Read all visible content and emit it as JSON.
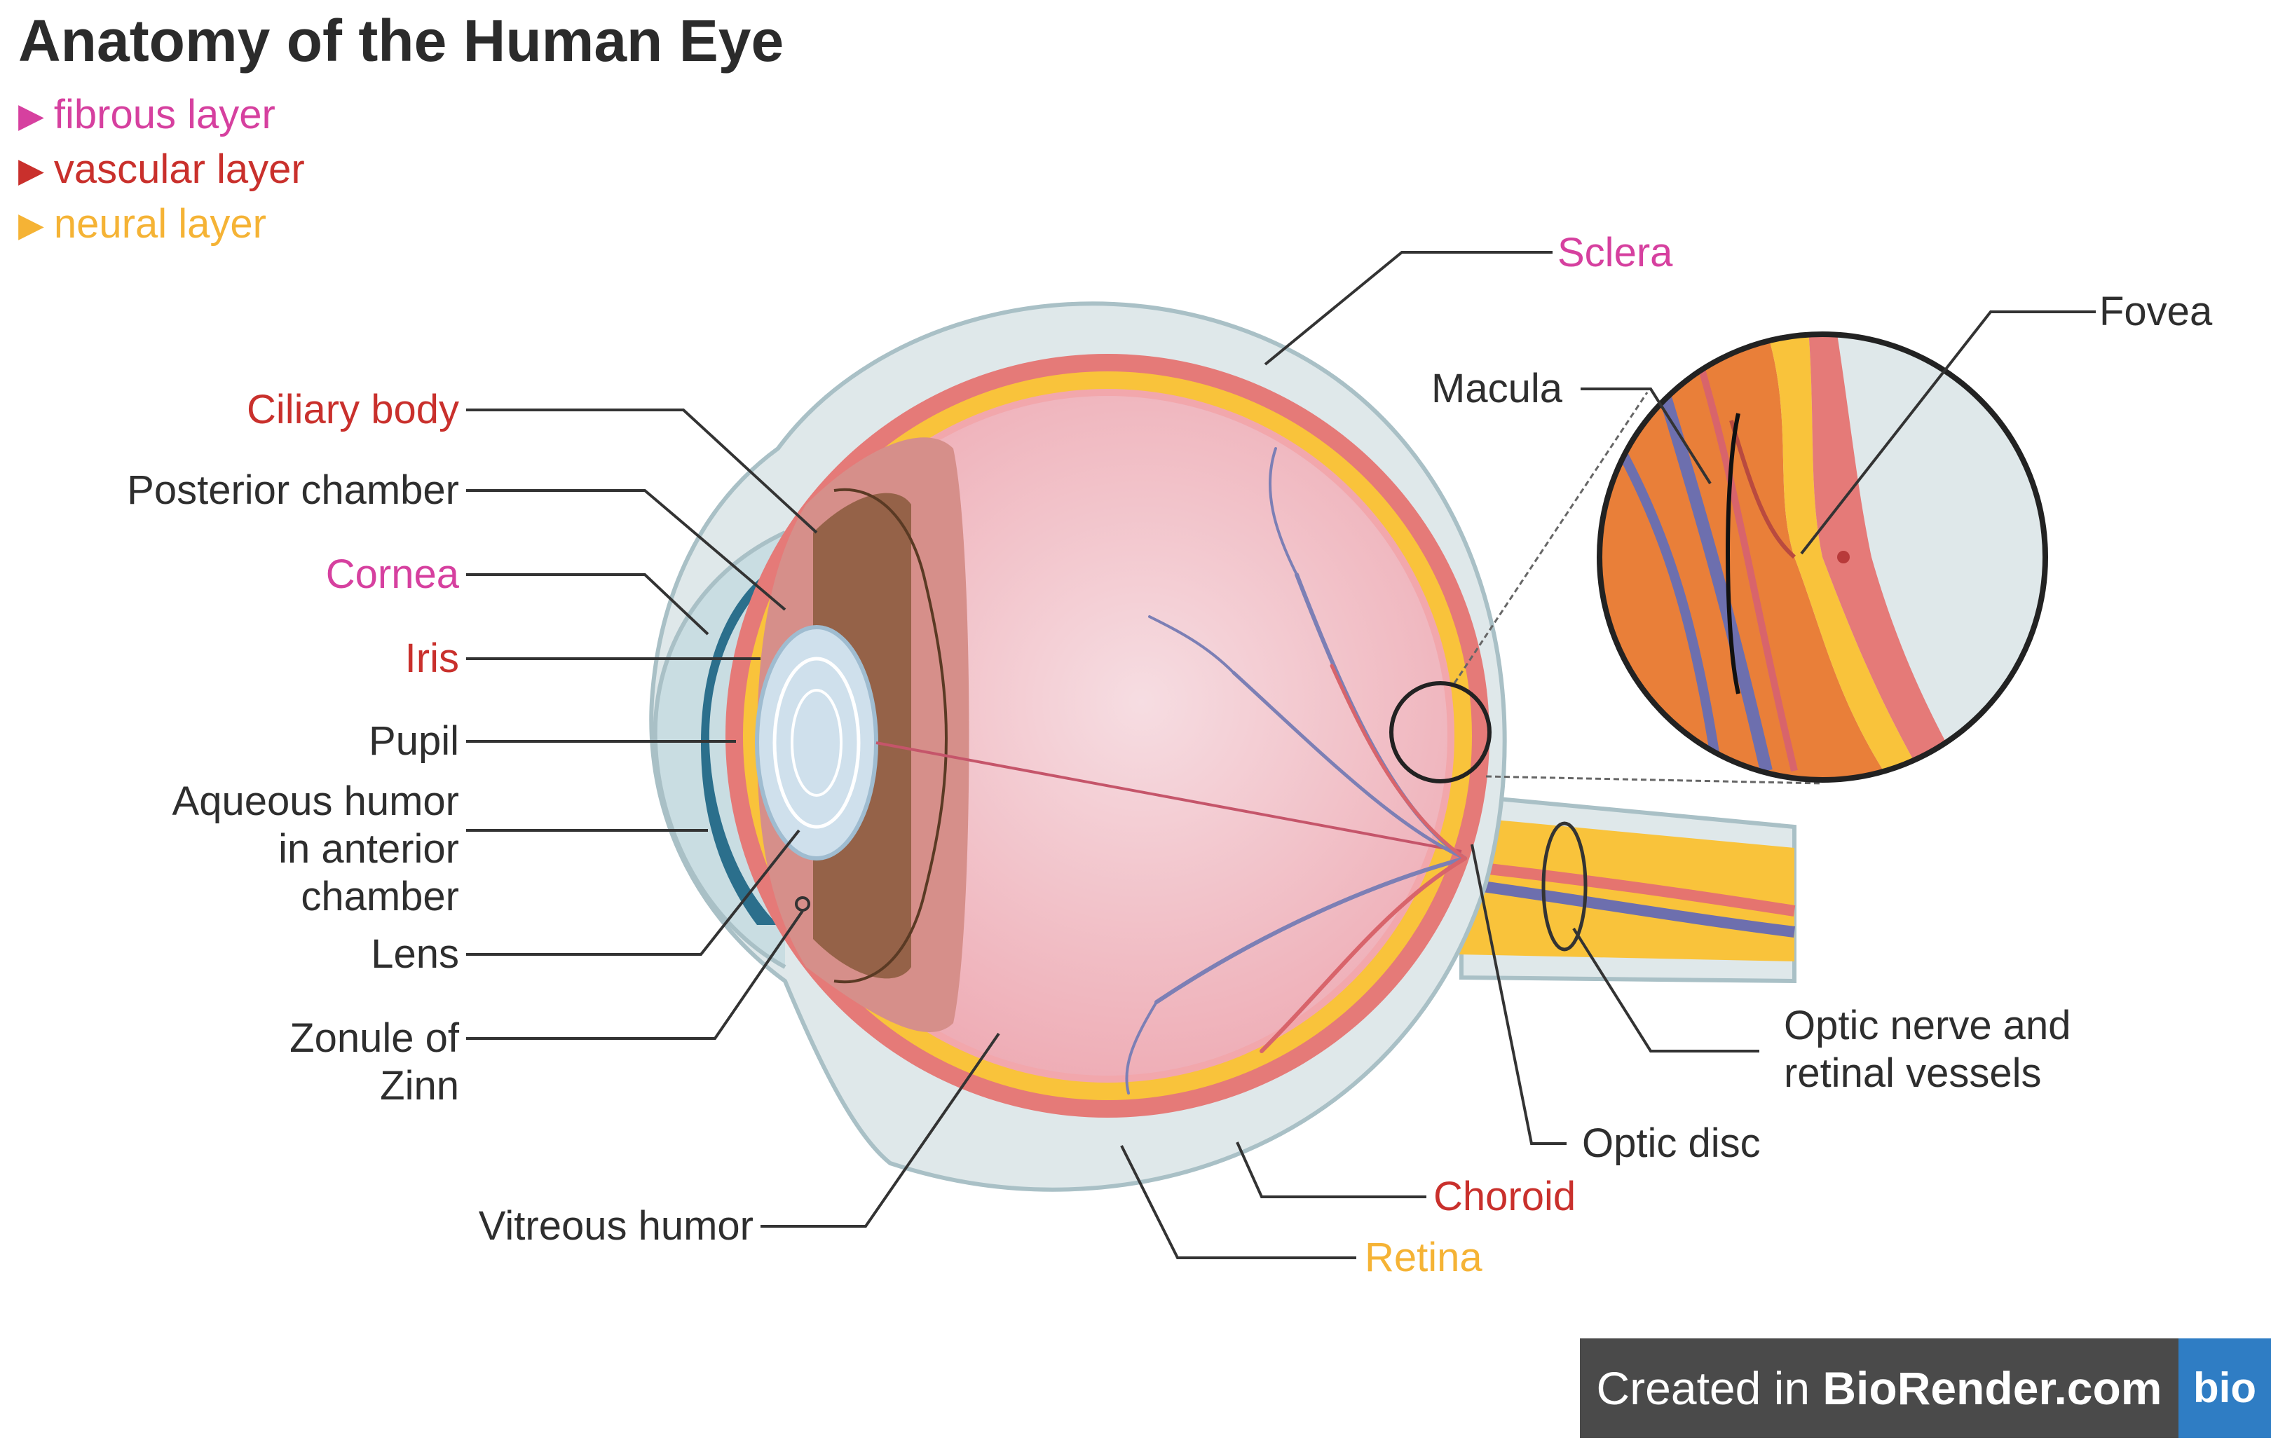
{
  "title": "Anatomy of the Human Eye",
  "legend": [
    {
      "label": "fibrous layer",
      "color": "#d6409f"
    },
    {
      "label": "vascular layer",
      "color": "#c9302c"
    },
    {
      "label": "neural layer",
      "color": "#f5b335"
    }
  ],
  "labels": {
    "sclera": "Sclera",
    "fovea": "Fovea",
    "macula": "Macula",
    "ciliary_body": "Ciliary body",
    "posterior_chamber": "Posterior chamber",
    "cornea": "Cornea",
    "iris": "Iris",
    "pupil": "Pupil",
    "aqueous_1": "Aqueous humor",
    "aqueous_2": "in anterior",
    "aqueous_3": "chamber",
    "lens": "Lens",
    "zonule_1": "Zonule of",
    "zonule_2": "Zinn",
    "vitreous": "Vitreous humor",
    "optic_nerve_1": "Optic nerve and",
    "optic_nerve_2": "retinal vessels",
    "optic_disc": "Optic disc",
    "choroid": "Choroid",
    "retina": "Retina"
  },
  "colors": {
    "fibrous": "#d6409f",
    "vascular": "#c9302c",
    "neural": "#f5b335",
    "plain": "#2e2e2e"
  },
  "badge": {
    "prefix": "Created in ",
    "brand": "BioRender.com",
    "logo": "bio"
  }
}
